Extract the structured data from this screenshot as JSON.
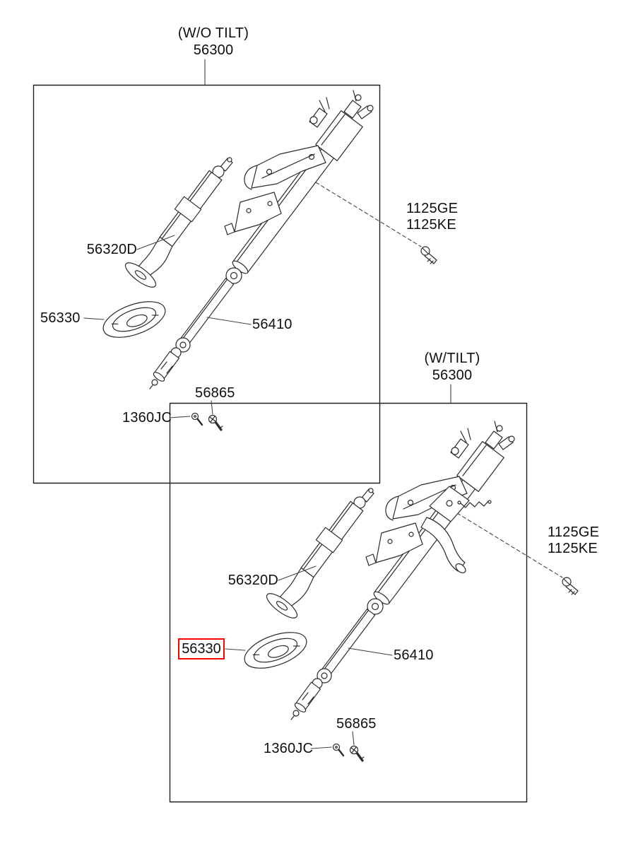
{
  "diagram": {
    "type": "parts-diagram",
    "highlight_color": "#ff0000",
    "assemblies": [
      {
        "variant": "(W/O TILT)",
        "part_number": "56300",
        "parts": {
          "intermediate_shaft": "56320D",
          "dust_seal": "56330",
          "joint_shaft": "56410",
          "bolt": "56865",
          "screw": "1360JC",
          "mount_bolt_a": "1125GE",
          "mount_bolt_b": "1125KE"
        }
      },
      {
        "variant": "(W/TILT)",
        "part_number": "56300",
        "highlighted_part": "56330",
        "parts": {
          "intermediate_shaft": "56320D",
          "dust_seal": "56330",
          "joint_shaft": "56410",
          "bolt": "56865",
          "screw": "1360JC",
          "mount_bolt_a": "1125GE",
          "mount_bolt_b": "1125KE"
        }
      }
    ]
  }
}
